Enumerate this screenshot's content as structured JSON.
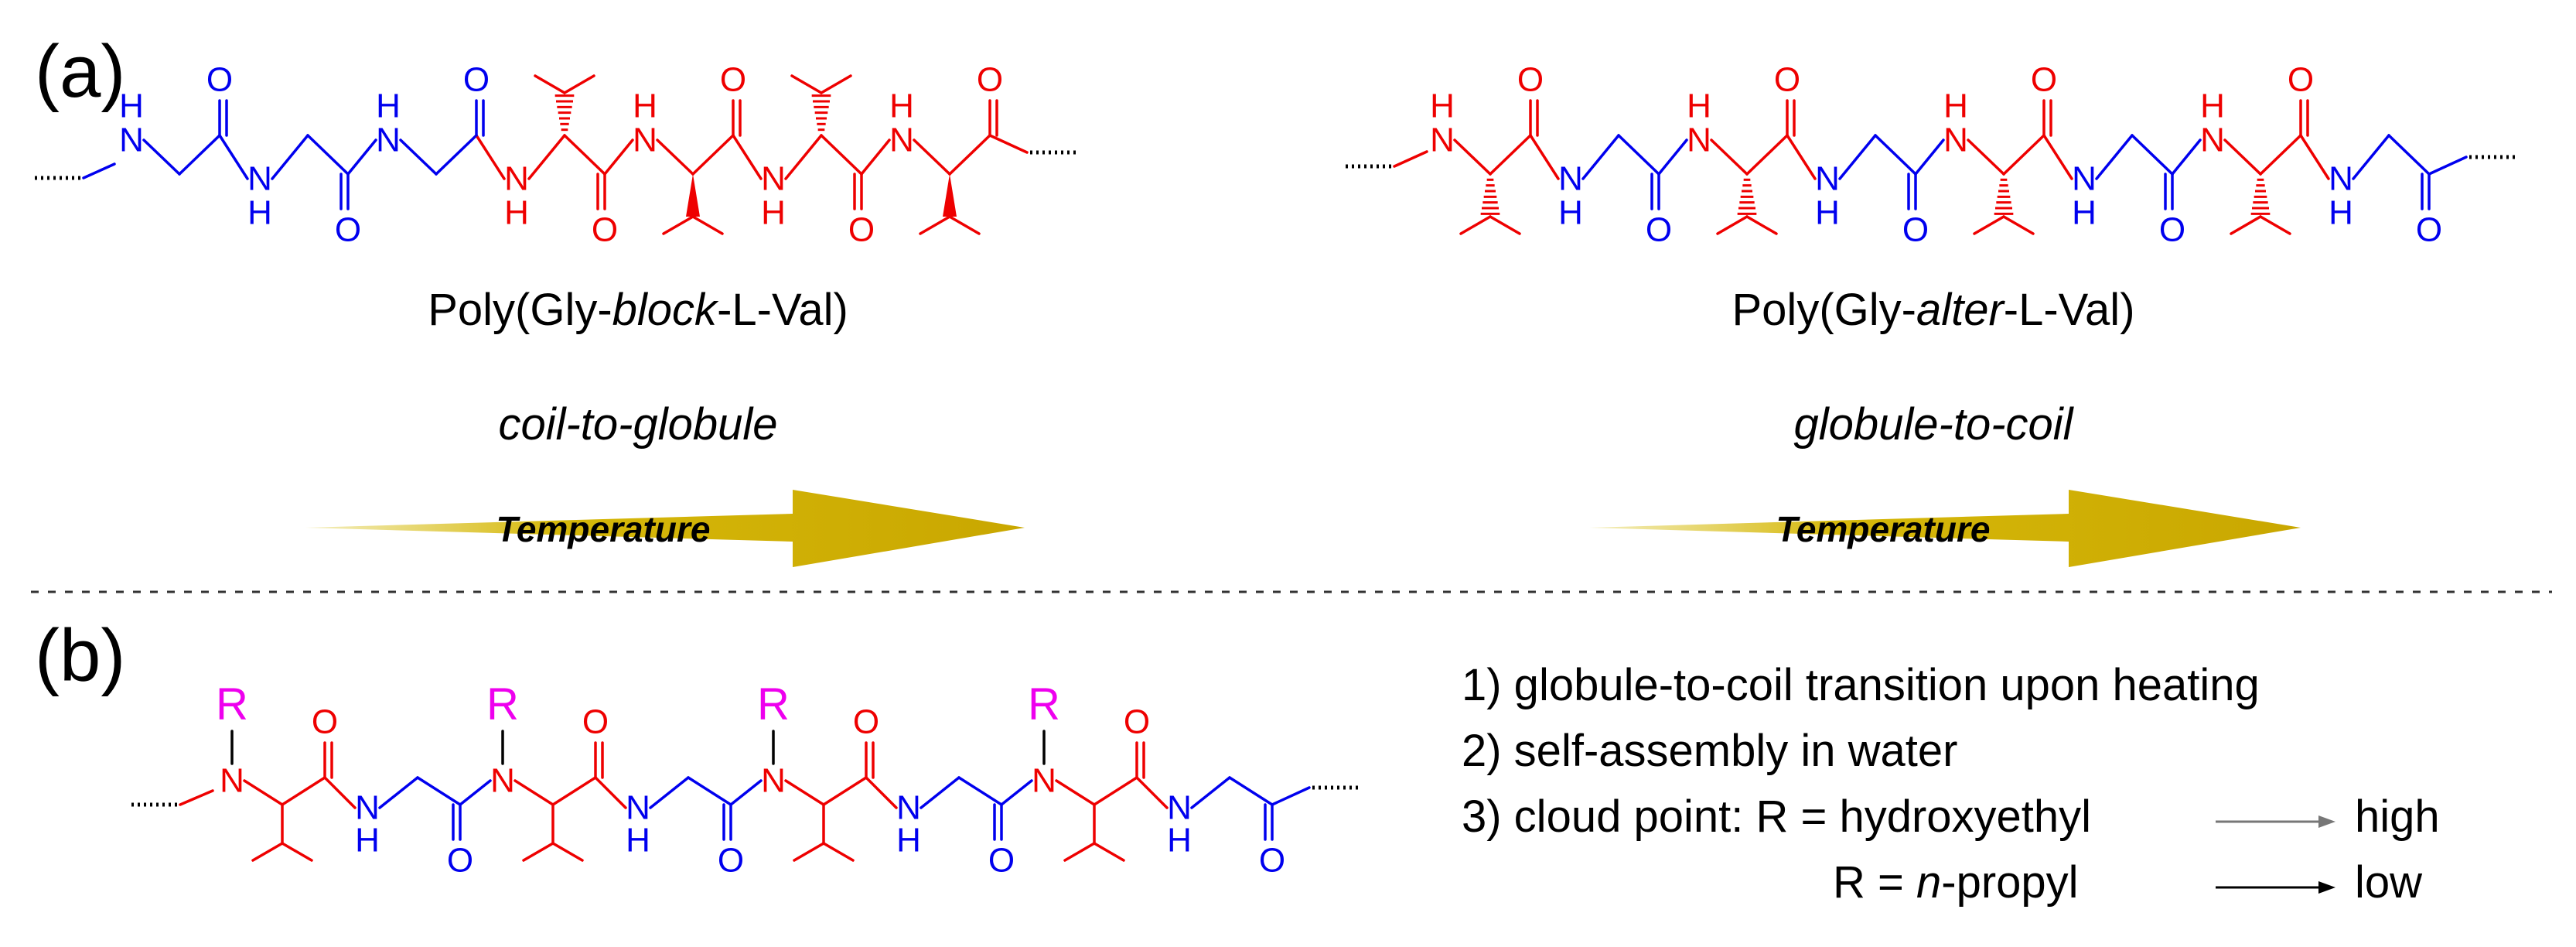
{
  "panel_a": {
    "label": "(a)",
    "left": {
      "caption_prefix": "Poly(Gly-",
      "caption_italic": "block",
      "caption_suffix": "-L-Val)",
      "transition": "coil-to-globule",
      "arrow_label": "Temperature"
    },
    "right": {
      "caption_prefix": "Poly(Gly-",
      "caption_italic": "alter",
      "caption_suffix": "-L-Val)",
      "transition": "globule-to-coil",
      "arrow_label": "Temperature"
    }
  },
  "panel_b": {
    "label": "(b)",
    "substituent": "R",
    "items": [
      {
        "text": "1) globule-to-coil transition upon heating"
      },
      {
        "text": "2) self-assembly in water"
      },
      {
        "prefix": "3) cloud point: R = hydroxyethyl",
        "result": "high"
      },
      {
        "prefix": "R = ",
        "prefix_italic": "n",
        "suffix": "-propyl",
        "result": "low"
      }
    ]
  },
  "atoms": {
    "nitrogen": "N",
    "hydrogen": "H",
    "oxygen": "O"
  },
  "colors": {
    "glycine": "#0000ee",
    "valine": "#ee0000",
    "substituent": "#ee00ee",
    "arrow_gold": "#c9a700",
    "bond": "#000000",
    "separator": "#333333"
  },
  "icons": [
    "temperature-arrow-icon",
    "result-arrow-icon"
  ]
}
